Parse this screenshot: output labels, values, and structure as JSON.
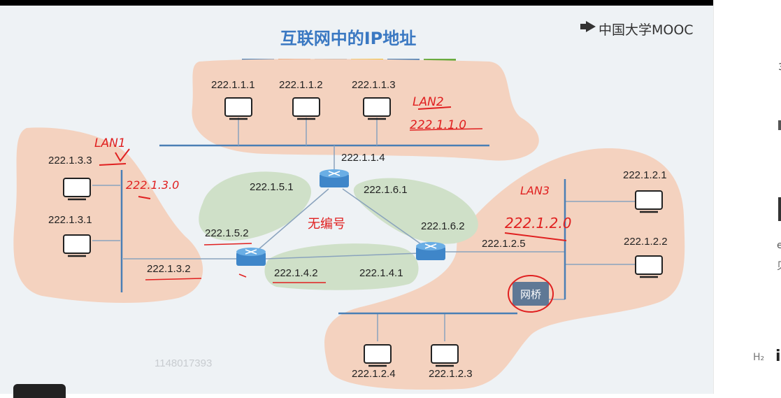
{
  "slide": {
    "title": "互联网中的IP地址",
    "logo": "中国大学MOOC",
    "watermark": "1148017393",
    "colors": {
      "lan": "#f4d2bf",
      "wan": "#cfe0c8",
      "router": "#3f86c9",
      "wire": "#4a7fb5",
      "ink": "#e02020"
    },
    "title_bar_colors": [
      "#4a7fb5",
      "#e07b39",
      "#a0a0a0",
      "#f2c12e",
      "#4a7fb5",
      "#6aab3f"
    ]
  },
  "lan2": {
    "hosts": [
      "222.1.1.1",
      "222.1.1.2",
      "222.1.1.3"
    ],
    "router_if": "222.1.1.4",
    "note_name": "LAN2",
    "note_net": "222.1.1.0"
  },
  "lan1": {
    "hosts": [
      "222.1.3.3",
      "222.1.3.1"
    ],
    "router_if": "222.1.3.2",
    "note_name": "LAN1",
    "note_net": "222.1.3.0"
  },
  "lan3": {
    "hosts": [
      "222.1.2.1",
      "222.1.2.2",
      "222.1.2.4",
      "222.1.2.3"
    ],
    "router_if": "222.1.2.5",
    "note_name": "LAN3",
    "note_net": "222.1.2.0",
    "bridge": "网桥"
  },
  "wan": {
    "r2_left": "222.1.5.1",
    "r1_top": "222.1.5.2",
    "r2_right": "222.1.6.1",
    "r3_top": "222.1.6.2",
    "r1_bottom": "222.1.4.2",
    "r3_left": "222.1.4.1",
    "note": "无编号"
  },
  "panel": {
    "glyph_top": "з",
    "text_e": "e",
    "text_b": "贝",
    "h2": "H₂",
    "i_glyph": "i"
  }
}
